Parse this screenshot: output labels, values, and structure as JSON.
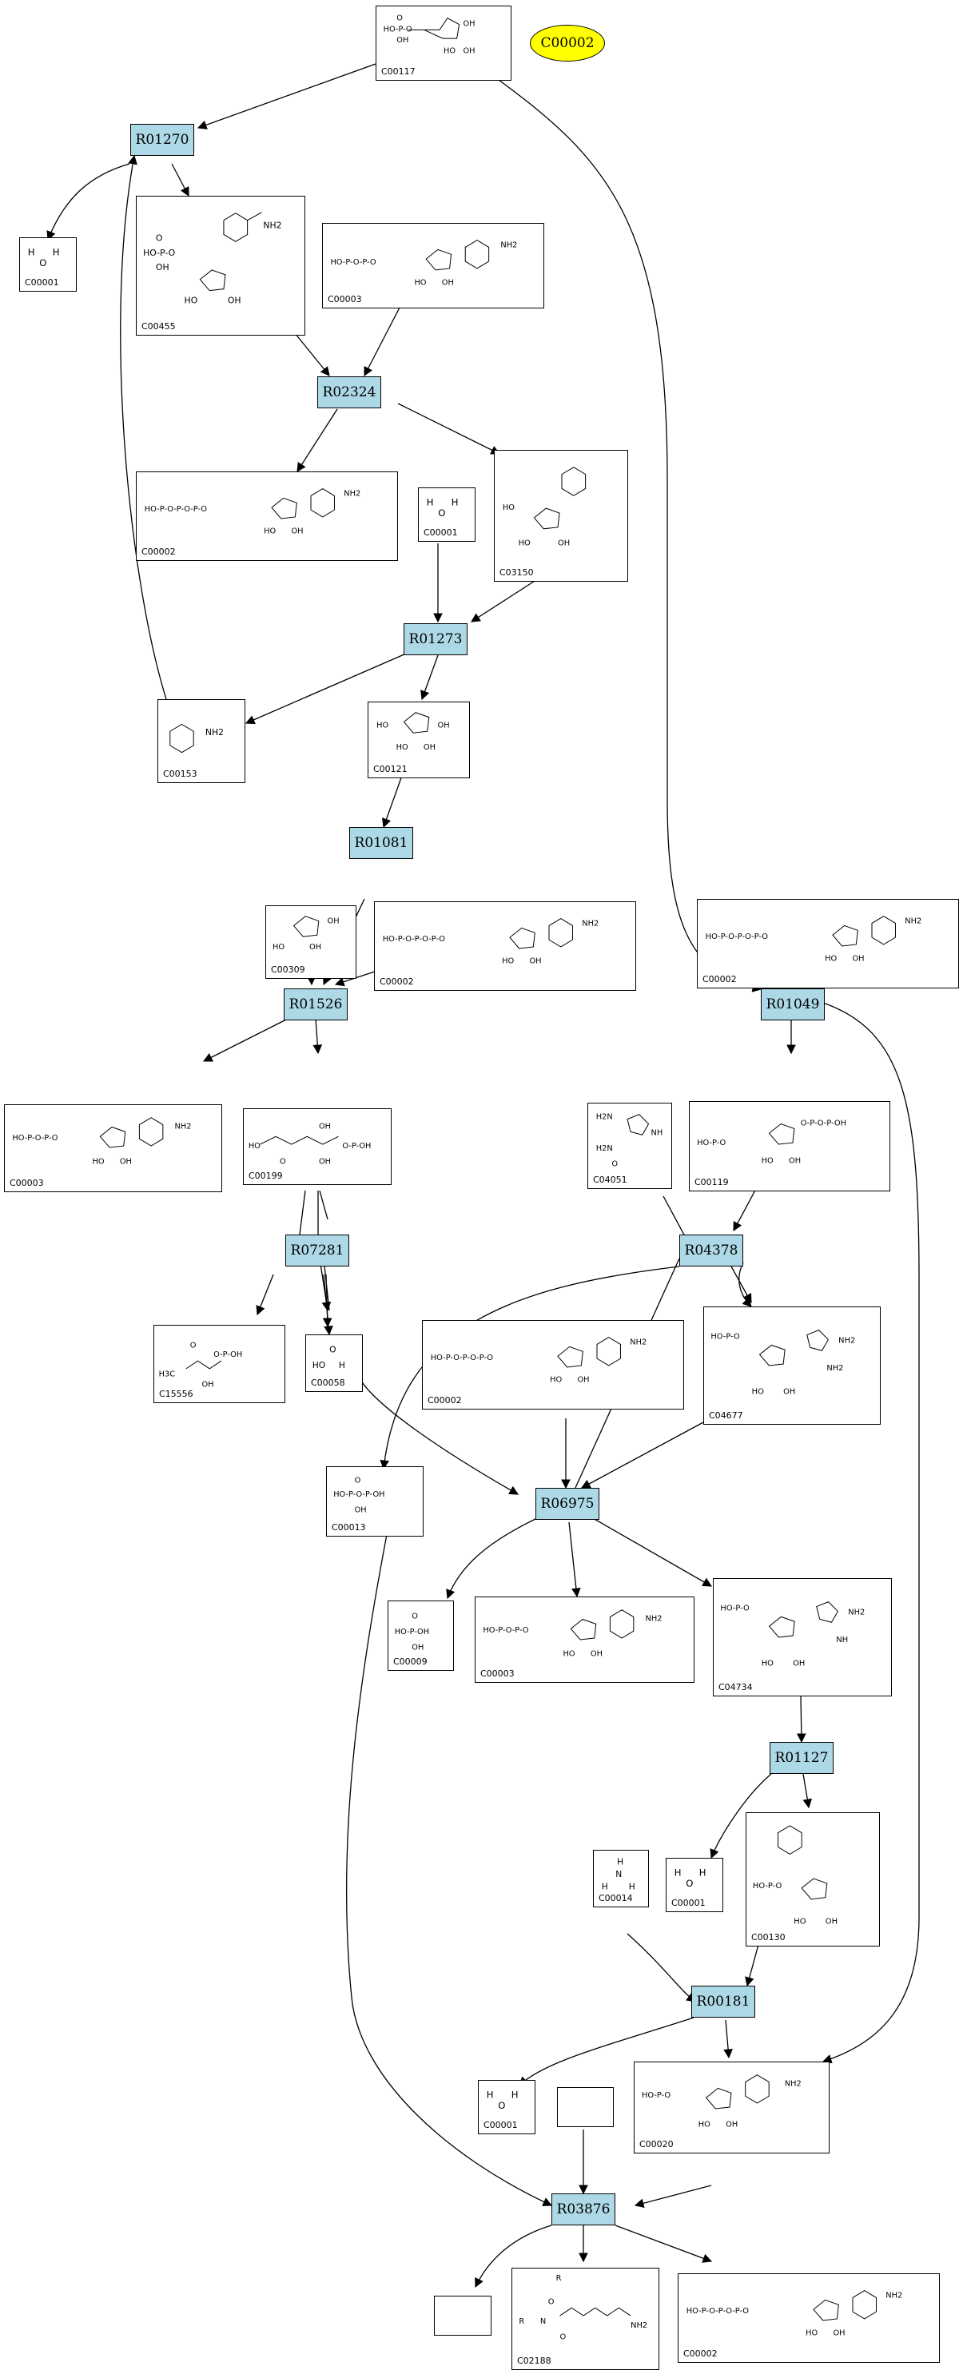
{
  "highlight": {
    "label": "C00002",
    "color": "#ffff00"
  },
  "colors": {
    "reaction_fill": "#add8e6",
    "line": "#000000",
    "highlight": "#ffff00"
  },
  "reactions": [
    "R01270",
    "R02324",
    "R01273",
    "R01081",
    "R01526",
    "R01049",
    "R07281",
    "R04378",
    "R06975",
    "R01127",
    "R00181",
    "R03876"
  ],
  "compounds": [
    {
      "id": "C00117"
    },
    {
      "id": "C00001"
    },
    {
      "id": "C00455"
    },
    {
      "id": "C00003"
    },
    {
      "id": "C00002"
    },
    {
      "id": "C00001"
    },
    {
      "id": "C03150"
    },
    {
      "id": "C00153"
    },
    {
      "id": "C00121"
    },
    {
      "id": "C00309"
    },
    {
      "id": "C00002"
    },
    {
      "id": "C00002"
    },
    {
      "id": "C00003"
    },
    {
      "id": "C00199"
    },
    {
      "id": "C04051"
    },
    {
      "id": "C00119"
    },
    {
      "id": "C15556"
    },
    {
      "id": "C00058"
    },
    {
      "id": "C00002"
    },
    {
      "id": "C04677"
    },
    {
      "id": "C00013"
    },
    {
      "id": "C00009"
    },
    {
      "id": "C00003"
    },
    {
      "id": "C04734"
    },
    {
      "id": "C00014"
    },
    {
      "id": "C00001"
    },
    {
      "id": "C00130"
    },
    {
      "id": "C00001"
    },
    {
      "id": "C00020"
    },
    {
      "id": ""
    },
    {
      "id": ""
    },
    {
      "id": "C02188"
    },
    {
      "id": "C00002"
    }
  ],
  "atoms": {
    "ho": "HO",
    "oh": "OH",
    "h": "H",
    "o": "O",
    "n": "N",
    "nh": "NH",
    "nh2": "NH2",
    "p": "P",
    "hop": "HO-P-O",
    "h2n": "H2N",
    "r": "R",
    "h3c": "H3C",
    "plus": "+",
    "minus": "−"
  }
}
